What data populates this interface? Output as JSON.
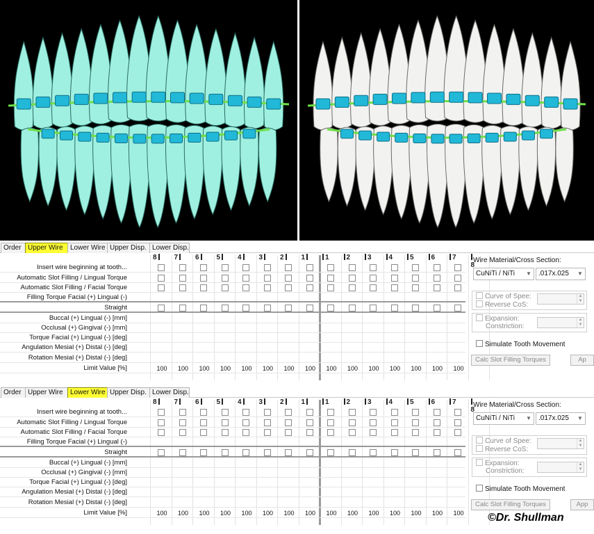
{
  "tooth_positions": [
    "8",
    "7",
    "6",
    "5",
    "4",
    "3",
    "2",
    "1",
    "1",
    "2",
    "3",
    "4",
    "5",
    "6",
    "7",
    "8"
  ],
  "row_labels": [
    "Insert wire beginning at tooth...",
    "Automatic Slot Filling / Lingual Torque",
    "Automatic Slot Filling / Facial Torque",
    "Filling Torque Facial (+) Lingual (-)",
    "Straight",
    "Buccal (+) Lingual (-) [mm]",
    "Occlusal (+) Gingival (-) [mm]",
    "Torque Facial (+) Lingual (-) [deg]",
    "Angulation Mesial (+) Distal (-) [deg]",
    "Rotation Mesial (+) Distal (-) [deg]",
    "Limit Value [%]"
  ],
  "limit_value": "100",
  "panels": [
    {
      "tabs": [
        "Order",
        "Upper Wire",
        "Lower Wire",
        "Upper Disp.",
        "Lower Disp."
      ],
      "active_tab": 1
    },
    {
      "tabs": [
        "Order",
        "Upper Wire",
        "Lower Wire",
        "Upper Disp.",
        "Lower Disp."
      ],
      "active_tab": 2
    }
  ],
  "side": {
    "title": "Wire Material/Cross Section:",
    "material": "CuNiTi / NiTi",
    "cross_section": ".017x.025",
    "curve_of_spee": "Curve of Spee:",
    "reverse_cos": "Reverse CoS:",
    "expansion": "Expansion:",
    "constriction": "Constriction:",
    "simulate": "Simulate Tooth Movement",
    "calc_button": "Calc Slot Filling Torques",
    "apply_button_upper": "Ap",
    "apply_button_lower": "App"
  },
  "colors": {
    "active_tab": "#ffff33",
    "left_teeth": "#9ff0e0",
    "right_teeth": "#f2f2f0",
    "brackets": "#22b8d8",
    "wire": "#6fe04a"
  },
  "copyright": "©Dr. Shullman"
}
